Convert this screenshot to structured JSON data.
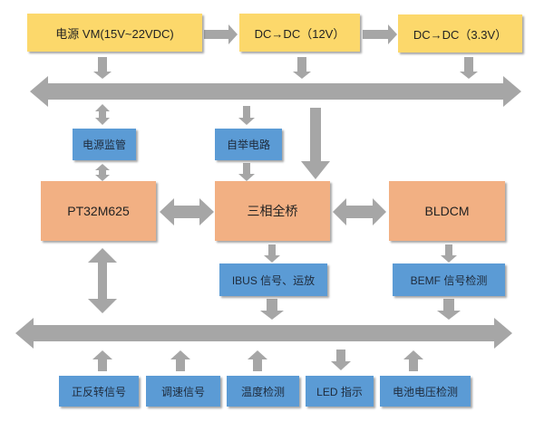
{
  "power": {
    "vm": "电源 VM(15V~22VDC)",
    "dc12": "DC→DC（12V）",
    "dc33": "DC→DC（3.3V）"
  },
  "middle": {
    "power_monitor": "电源监管",
    "bootstrap": "自举电路",
    "mcu": "PT32M625",
    "bridge": "三相全桥",
    "motor": "BLDCM",
    "ibus": "IBUS 信号、运放",
    "bemf": "BEMF 信号检测"
  },
  "bottom": {
    "items": [
      "正反转信号",
      "调速信号",
      "温度检测",
      "LED 指示",
      "电池电压检测"
    ]
  },
  "colors": {
    "power_box": "#fcd86b",
    "core_box": "#f2b083",
    "signal_box": "#5b9bd5",
    "arrow": "#a6a6a6"
  }
}
